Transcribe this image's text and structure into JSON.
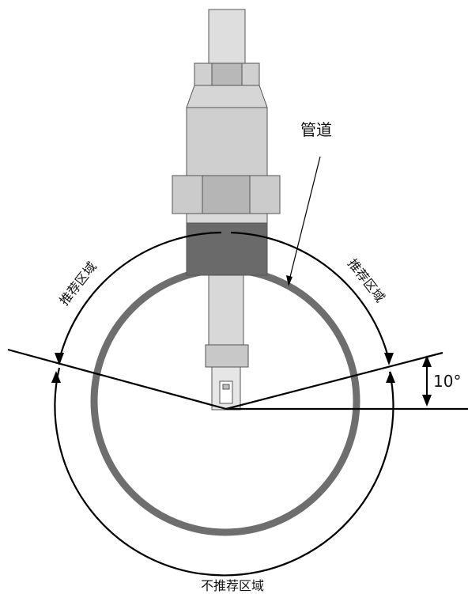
{
  "labels": {
    "pipe": "管道",
    "recommended_left": "推荐区域",
    "recommended_right": "推荐区域",
    "not_recommended": "不推荐区域",
    "angle": "10°"
  },
  "colors": {
    "pipe_ring": "#6e6e6e",
    "sensor_light": "#d2d2d2",
    "sensor_mid": "#bdbdbd",
    "sensor_dark": "#6a6a6a",
    "line": "#000000"
  }
}
